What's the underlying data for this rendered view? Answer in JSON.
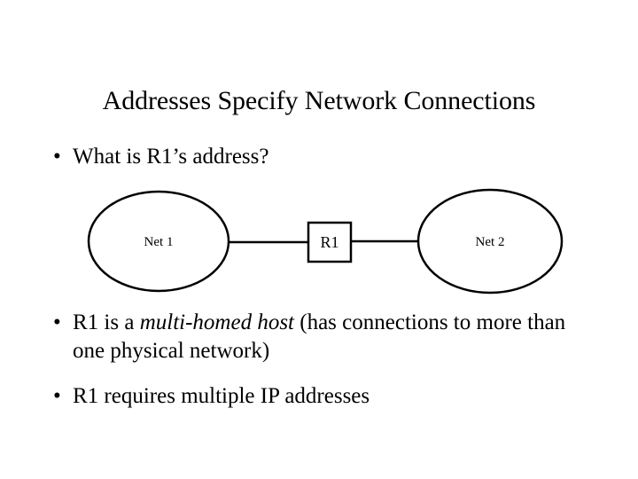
{
  "slide": {
    "title": "Addresses Specify Network Connections",
    "background_color": "#ffffff",
    "text_color": "#000000"
  },
  "bullets": [
    {
      "marker": "•",
      "text": "What is R1’s address?"
    },
    {
      "marker": "•",
      "lead": "R1 is a ",
      "emphasis": "multi-homed host",
      "tail": " (has connections to more than one physical network)"
    },
    {
      "marker": "•",
      "text": "R1 requires multiple IP addresses"
    }
  ],
  "diagram": {
    "stroke_color": "#000000",
    "fill_color": "#ffffff",
    "nodes": [
      {
        "id": "net1",
        "shape": "ellipse",
        "label": "Net 1"
      },
      {
        "id": "r1",
        "shape": "rectangle",
        "label": "R1"
      },
      {
        "id": "net2",
        "shape": "ellipse",
        "label": "Net 2"
      }
    ],
    "edges": [
      {
        "from": "net1",
        "to": "r1"
      },
      {
        "from": "r1",
        "to": "net2"
      }
    ]
  }
}
